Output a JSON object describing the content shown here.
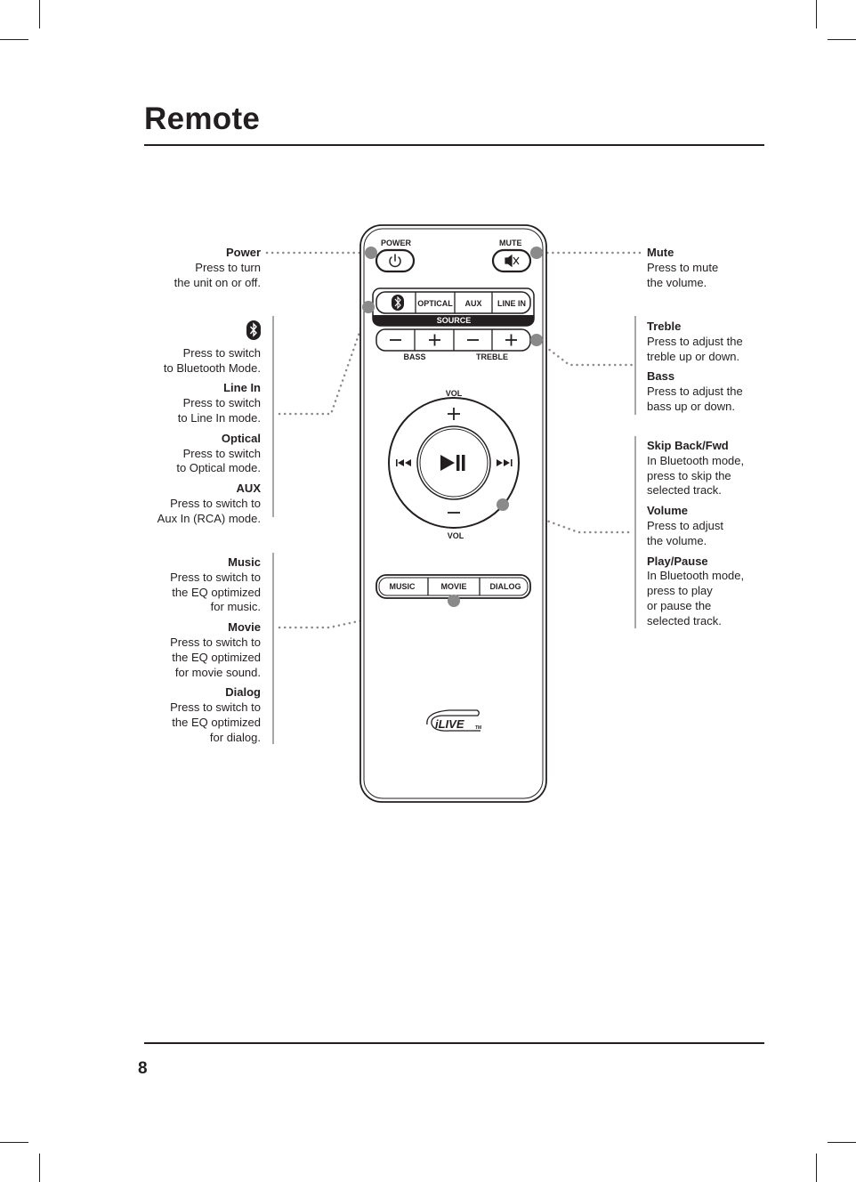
{
  "page": {
    "title": "Remote",
    "page_number": "8"
  },
  "remote": {
    "power_label": "POWER",
    "mute_label": "MUTE",
    "source_buttons": [
      "OPTICAL",
      "AUX",
      "LINE IN"
    ],
    "source_label": "SOURCE",
    "bass_label": "BASS",
    "treble_label": "TREBLE",
    "vol_top_label": "VOL",
    "vol_bottom_label": "VOL",
    "eq_buttons": [
      "MUSIC",
      "MOVIE",
      "DIALOG"
    ],
    "logo_text": "iLIVE",
    "logo_tm": "TM"
  },
  "callouts": {
    "power": {
      "title": "Power",
      "lines": [
        "Press to turn",
        "the unit on or off."
      ]
    },
    "source_group": [
      {
        "title_icon": "bluetooth-icon",
        "lines": [
          "Press to switch",
          "to Bluetooth Mode."
        ]
      },
      {
        "title": "Line In",
        "lines": [
          "Press to switch",
          "to Line In mode."
        ]
      },
      {
        "title": "Optical",
        "lines": [
          "Press to switch",
          "to Optical mode."
        ]
      },
      {
        "title": "AUX",
        "lines": [
          "Press to switch to",
          "Aux In (RCA) mode."
        ]
      }
    ],
    "eq_group": [
      {
        "title": "Music",
        "lines": [
          "Press to switch to",
          "the EQ optimized",
          "for music."
        ]
      },
      {
        "title": "Movie",
        "lines": [
          "Press to switch to",
          "the EQ optimized",
          "for movie sound."
        ]
      },
      {
        "title": "Dialog",
        "lines": [
          "Press to switch to",
          "the EQ optimized",
          "for dialog."
        ]
      }
    ],
    "mute": {
      "title": "Mute",
      "lines": [
        "Press to mute",
        "the volume."
      ]
    },
    "tone_group": [
      {
        "title": "Treble",
        "lines": [
          "Press to adjust the",
          "treble up or down."
        ]
      },
      {
        "title": "Bass",
        "lines": [
          "Press to adjust the",
          "bass up or down."
        ]
      }
    ],
    "transport_group": [
      {
        "title": "Skip Back/Fwd",
        "lines": [
          "In Bluetooth mode,",
          "press to skip the",
          "selected track."
        ]
      },
      {
        "title": "Volume",
        "lines": [
          "Press to adjust",
          "the volume."
        ]
      },
      {
        "title": "Play/Pause",
        "lines": [
          "In Bluetooth mode,",
          "press to play",
          "or pause the",
          "selected track."
        ]
      }
    ]
  },
  "colors": {
    "ink": "#231f20",
    "leader_dot": "#8a8a8a",
    "bracket": "#a7a7a7"
  }
}
